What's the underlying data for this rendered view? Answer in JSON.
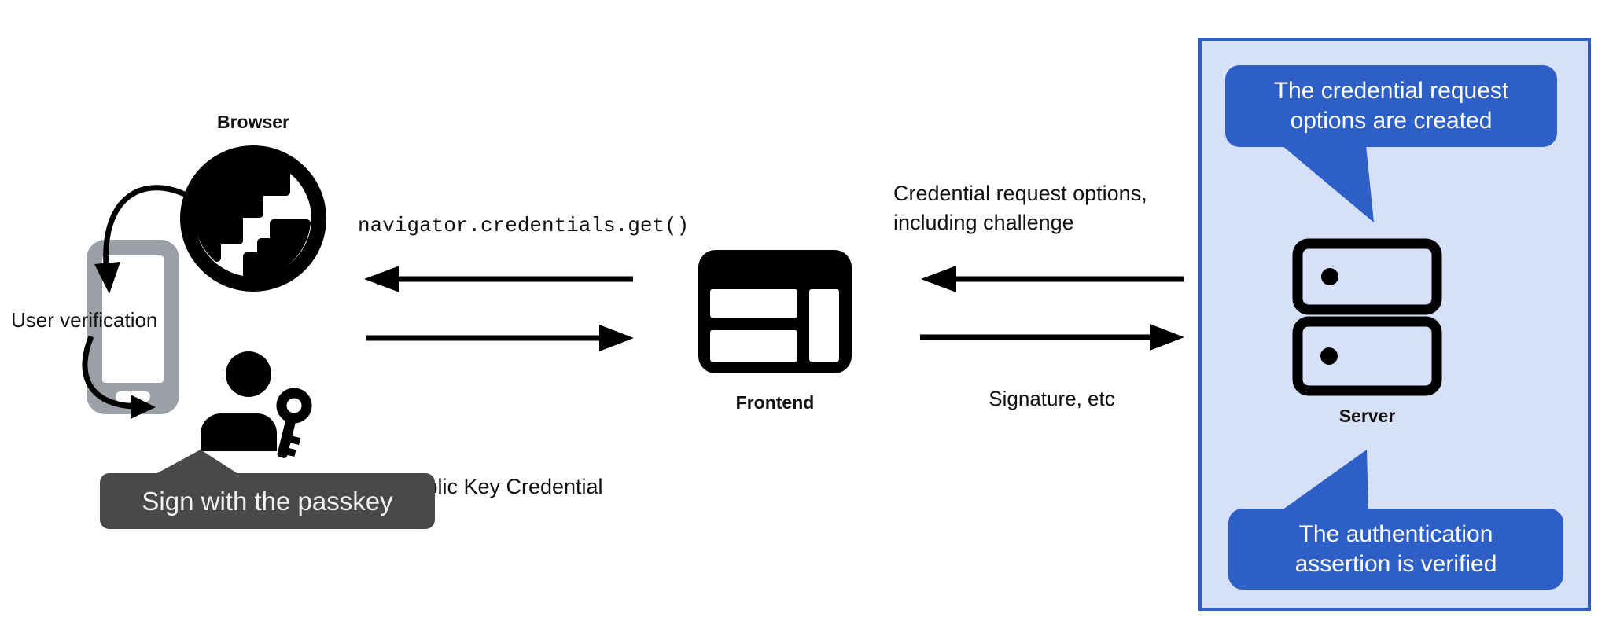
{
  "labels": {
    "browser": "Browser",
    "user_verification": "User verification",
    "frontend": "Frontend",
    "server": "Server"
  },
  "messages": {
    "navigator_call": "navigator.credentials.get()",
    "public_key_credential": "Public Key Credential",
    "credential_request": "Credential request options,\nincluding challenge",
    "signature": "Signature, etc"
  },
  "tooltip": {
    "sign_with_passkey": "Sign with the passkey"
  },
  "server_panel": {
    "bubble_top": "The credential request\noptions are created",
    "bubble_bottom": "The authentication\nassertion is verified"
  },
  "icons": [
    "globe-icon",
    "phone-icon",
    "person-key-icon",
    "frontend-window-icon",
    "server-icon"
  ],
  "colors": {
    "accent_blue": "#2d5fc6",
    "panel_bg": "#d6e1f9",
    "tooltip_bg": "#494949",
    "phone_gray": "#9aa0a6",
    "ink": "#000000",
    "bubble_text": "#ffffff"
  }
}
